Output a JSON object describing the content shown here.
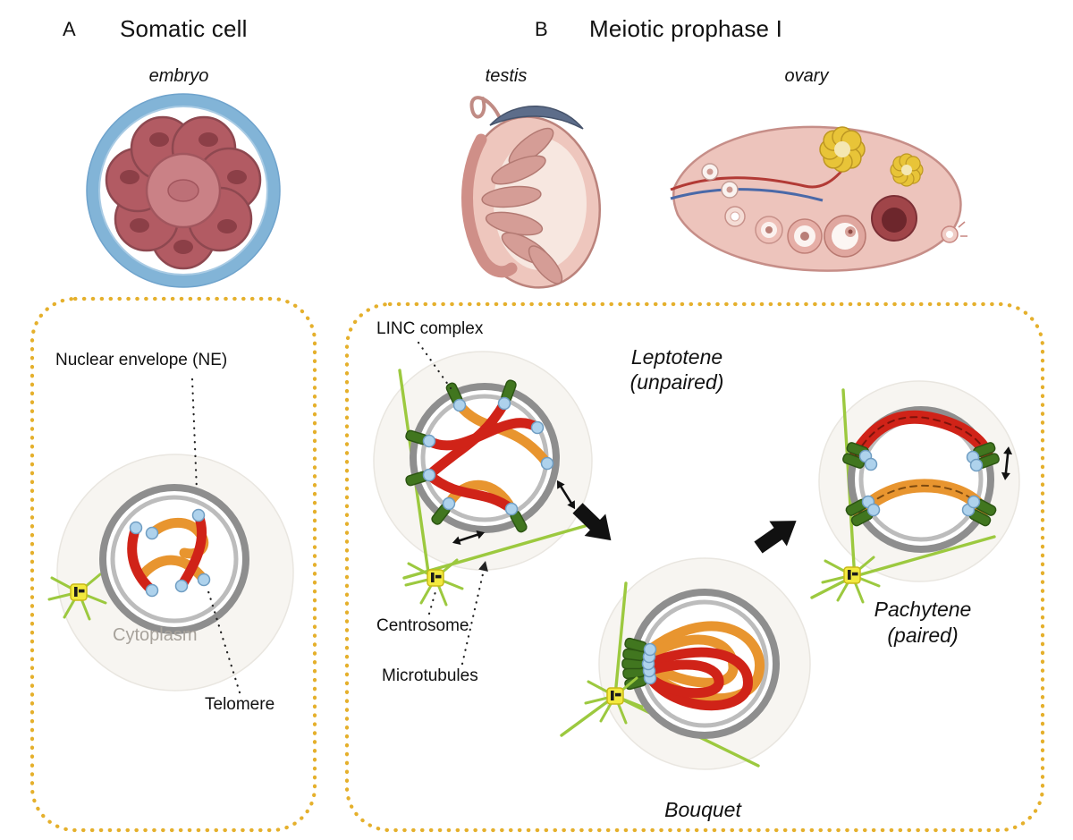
{
  "figure": {
    "panel_a": {
      "letter": "A",
      "title": "Somatic cell",
      "caption": "embryo"
    },
    "panel_b": {
      "letter": "B",
      "title": "Meiotic prophase I",
      "caption_testis": "testis",
      "caption_ovary": "ovary"
    },
    "somatic_diagram": {
      "nuclear_envelope": "Nuclear envelope (NE)",
      "cytoplasm": "Cytoplasm",
      "telomere": "Telomere"
    },
    "meiotic_diagram": {
      "linc_complex": "LINC complex",
      "leptotene": "Leptotene",
      "leptotene_sub": "(unpaired)",
      "centrosome": "Centrosome",
      "microtubules": "Microtubules",
      "bouquet": "Bouquet",
      "pachytene": "Pachytene",
      "pachytene_sub": "(paired)"
    },
    "colors": {
      "dashed_box": "#e5b02c",
      "chromosome_red": "#d02318",
      "chromosome_orange": "#e8952f",
      "telomere_blue": "#aed2ec",
      "linc_green": "#41761f",
      "microtubule_green": "#9cc93f",
      "centrosome_yellow": "#f2e93e",
      "nuclear_envelope_gray": "#8e8e8e",
      "embryo_ring_blue": "#82b4d7",
      "tissue_pink": "#eec6bd"
    }
  }
}
